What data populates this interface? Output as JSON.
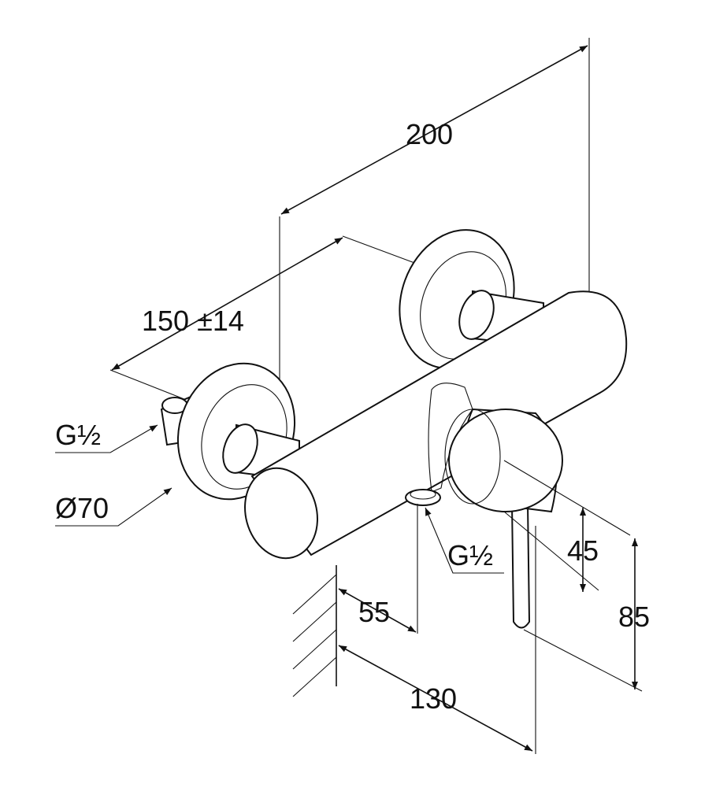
{
  "dimensions": {
    "overall_width": "200",
    "inlet_spacing": "150 ±14",
    "inlet_thread": "G½",
    "rosette_diameter": "Ø70",
    "outlet_thread": "G½",
    "handle_height": "45",
    "lever_height": "85",
    "wall_to_outlet": "55",
    "projection": "130"
  }
}
